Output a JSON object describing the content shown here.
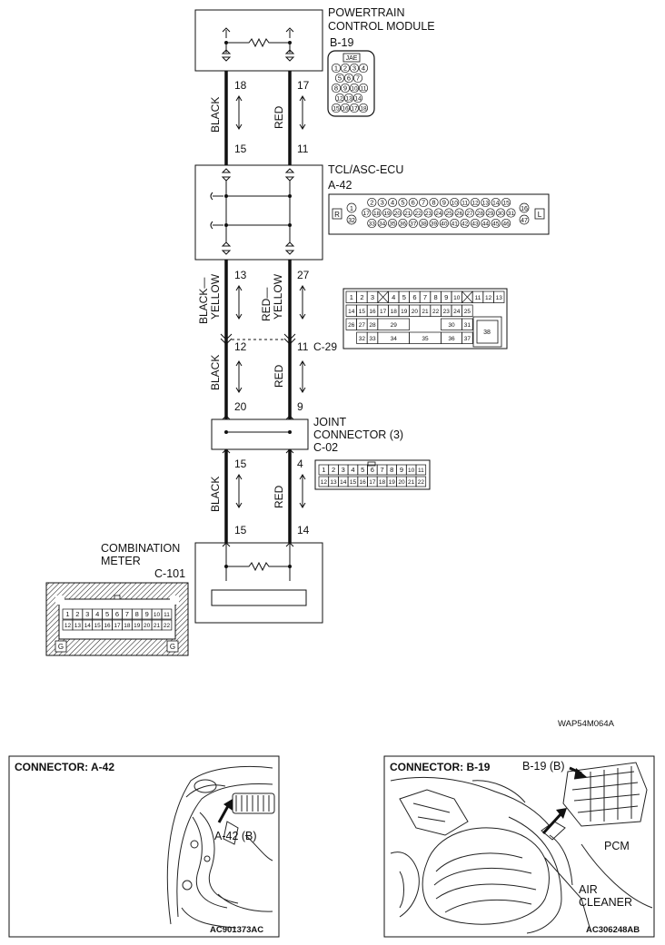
{
  "modules": {
    "pcm": {
      "name_line1": "POWERTRAIN",
      "name_line2": "CONTROL MODULE",
      "connector": "B-19",
      "connector_code": "JAE"
    },
    "tcl": {
      "name": "TCL/ASC-ECU",
      "connector": "A-42"
    },
    "joint": {
      "name_line1": "JOINT",
      "name_line2": "CONNECTOR (3)",
      "connector": "C-02"
    },
    "meter": {
      "name_line1": "COMBINATION",
      "name_line2": "METER",
      "connector": "C-101"
    },
    "c29": {
      "connector": "C-29"
    }
  },
  "wires": {
    "seg1": {
      "left_color": "BLACK",
      "right_color": "RED",
      "left_top_pin": "18",
      "right_top_pin": "17",
      "left_bottom_pin": "15",
      "right_bottom_pin": "11"
    },
    "seg2": {
      "left_color_1": "BLACK—",
      "left_color_2": "YELLOW",
      "right_color_1": "RED—",
      "right_color_2": "YELLOW",
      "left_top_pin": "13",
      "right_top_pin": "27",
      "left_bottom_pin": "12",
      "right_bottom_pin": "11"
    },
    "seg3": {
      "left_color": "BLACK",
      "right_color": "RED",
      "left_bottom_pin": "20",
      "right_bottom_pin": "9"
    },
    "seg4": {
      "left_color": "BLACK",
      "right_color": "RED",
      "left_top_pin": "15",
      "right_top_pin": "4",
      "left_bottom_pin": "15",
      "right_bottom_pin": "14"
    }
  },
  "b19_rows": [
    [
      "1",
      "2",
      "3",
      "4"
    ],
    [
      "5",
      "6",
      "7"
    ],
    [
      "8",
      "9",
      "10",
      "11"
    ],
    [
      "12",
      "13",
      "14"
    ],
    [
      "15",
      "16",
      "17",
      "18"
    ]
  ],
  "a42_rows": [
    [
      "2",
      "3",
      "4",
      "5",
      "6",
      "7",
      "8",
      "9",
      "10",
      "11",
      "12",
      "13",
      "14",
      "15"
    ],
    [
      "17",
      "18",
      "19",
      "20",
      "21",
      "22",
      "23",
      "24",
      "25",
      "26",
      "27",
      "28",
      "29",
      "30",
      "31"
    ],
    [
      "33",
      "34",
      "35",
      "36",
      "37",
      "38",
      "39",
      "40",
      "41",
      "42",
      "43",
      "44",
      "45",
      "46"
    ]
  ],
  "a42_side": {
    "left_top": "1",
    "left_bottom": "32",
    "right_top": "16",
    "right_bottom": "47",
    "left_mark": "R",
    "right_mark": "L"
  },
  "c29_rows": [
    [
      "1",
      "2",
      "3",
      "",
      "4",
      "5",
      "6",
      "7",
      "8",
      "9",
      "10",
      "",
      "11",
      "12",
      "13"
    ],
    [
      "14",
      "15",
      "16",
      "17",
      "18",
      "19",
      "20",
      "21",
      "22",
      "23",
      "24",
      "25"
    ],
    [
      "26",
      "27",
      "28",
      "29",
      "30",
      "31"
    ],
    [
      "32",
      "33",
      "34",
      "35",
      "36",
      "37"
    ]
  ],
  "c29_big": "38",
  "c02_rows": [
    [
      "1",
      "2",
      "3",
      "4",
      "5",
      "6",
      "7",
      "8",
      "9",
      "10",
      "11"
    ],
    [
      "12",
      "13",
      "14",
      "15",
      "16",
      "17",
      "18",
      "19",
      "20",
      "21",
      "22"
    ]
  ],
  "c101_rows": [
    [
      "1",
      "2",
      "3",
      "4",
      "5",
      "6",
      "7",
      "8",
      "9",
      "10",
      "11"
    ],
    [
      "12",
      "13",
      "14",
      "15",
      "16",
      "17",
      "18",
      "19",
      "20",
      "21",
      "22"
    ]
  ],
  "c101_marks": {
    "left": "G",
    "right": "G"
  },
  "diagram_code": "WAP54M064A",
  "photo_a42": {
    "title": "CONNECTOR: A-42",
    "callout": "A-42 (B)",
    "code": "AC901373AC"
  },
  "photo_b19": {
    "title": "CONNECTOR: B-19",
    "callout": "B-19 (B)",
    "label_pcm": "PCM",
    "label_air_1": "AIR",
    "label_air_2": "CLEANER",
    "code": "AC306248AB"
  }
}
